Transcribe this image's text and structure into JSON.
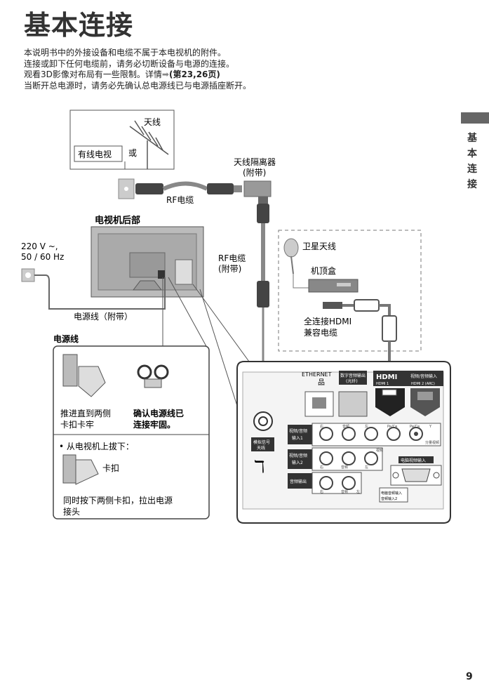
{
  "title": "基本连接",
  "intro": [
    "本说明书中的外接设备和电缆不属于本电视机的附件。",
    "连接或卸下任何电缆前，请务必切断设备与电源的连接。",
    "观看3D影像对布局有一些限制。详情",
    "当断开总电源时，请务必先确认总电源线已与电源插座断开。"
  ],
  "intro_ref": "(第23,26页)",
  "side_tab": [
    "基",
    "本",
    "连",
    "接"
  ],
  "page_number": "9",
  "labels": {
    "antenna": "天线",
    "cable_tv": "有线电视",
    "or": "或",
    "rf_cable": "RF电缆",
    "isolator": "天线隔离器",
    "isolator_note": "(附带)",
    "tv_back": "电视机后部",
    "voltage": "220 V ~,",
    "freq": "50 / 60 Hz",
    "power_cord_supplied": "电源线（附带）",
    "rf_cable2": "RF电缆",
    "rf_cable2_note": "(附带)",
    "sat_antenna": "卫星天线",
    "set_top_box": "机顶盒",
    "hdmi_cable_1": "全连接HDMI",
    "hdmi_cable_2": "兼容电缆",
    "power_cord": "电源线",
    "push_1": "推进直到两侧",
    "push_2": "卡扣卡牢",
    "confirm_1": "确认电源线已",
    "confirm_2": "连接牢固。",
    "remove": "• 从电视机上拔下：",
    "clip": "卡扣",
    "remove_desc_1": "同时按下两侧卡扣，拉出电源",
    "remove_desc_2": "接头"
  },
  "panel": {
    "ethernet": "ETHERNET",
    "digital_out_1": "数字音频输出",
    "digital_out_2": "(光纤)",
    "hdmi_logo": "HDMI",
    "av_in": "视频/音频输入",
    "hdmi1": "HDMI 1",
    "hdmi2": "HDMI 2 (ARC)",
    "analog_ant_1": "模拟信号",
    "analog_ant_2": "天线",
    "av1_1": "视频/音频",
    "av1_2": "输入1",
    "av2_1": "视频/音频",
    "av2_2": "输入2",
    "audio_out": "音频输出",
    "component": "分量视频",
    "pc_in": "电脑视频输入",
    "pc_audio_1": "电脑音频输入",
    "pc_audio_2": "音频输入2",
    "r": "右",
    "audio": "音频",
    "l": "左",
    "pr": "Pʀ/Cʀ",
    "pb": "Pʙ/Cʙ",
    "y": "Y",
    "video": "视频"
  }
}
